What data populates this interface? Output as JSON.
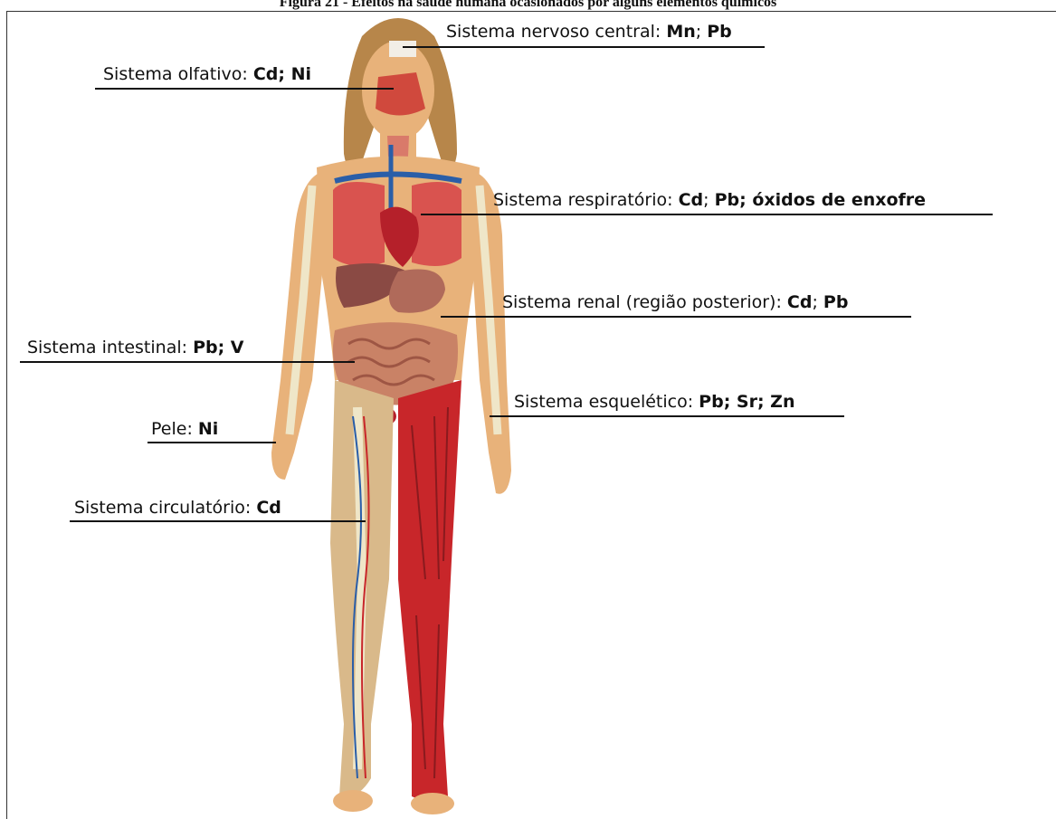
{
  "caption": "Figura 21 - Efeitos na saúde humana ocasionados por alguns elementos químicos",
  "labels": {
    "nervoso": {
      "system": "Sistema nervoso central: ",
      "elements": [
        "Mn",
        "; ",
        "Pb"
      ]
    },
    "olfativo": {
      "system": "Sistema olfativo: ",
      "elements": [
        "Cd; Ni"
      ]
    },
    "respiratorio": {
      "system": "Sistema respiratório: ",
      "elements": [
        "Cd",
        "; ",
        "Pb; óxidos de enxofre"
      ]
    },
    "renal": {
      "system": "Sistema renal (região posterior): ",
      "elements": [
        "Cd",
        "; ",
        "Pb"
      ]
    },
    "intestinal": {
      "system": "Sistema intestinal: ",
      "elements": [
        "Pb; V"
      ]
    },
    "esqueletico": {
      "system": "Sistema esquelético: ",
      "elements": [
        "Pb; Sr; Zn"
      ]
    },
    "pele": {
      "system": "Pele: ",
      "elements": [
        "Ni"
      ]
    },
    "circulatorio": {
      "system": "Sistema circulatório: ",
      "elements": [
        "Cd"
      ]
    }
  },
  "colors": {
    "skin": "#e8b27a",
    "muscle": "#c8262a",
    "lung": "#d9534f",
    "bone": "#efe6c8",
    "hair": "#b7864a",
    "vein": "#2a5ea8",
    "intestine": "#c98266"
  }
}
